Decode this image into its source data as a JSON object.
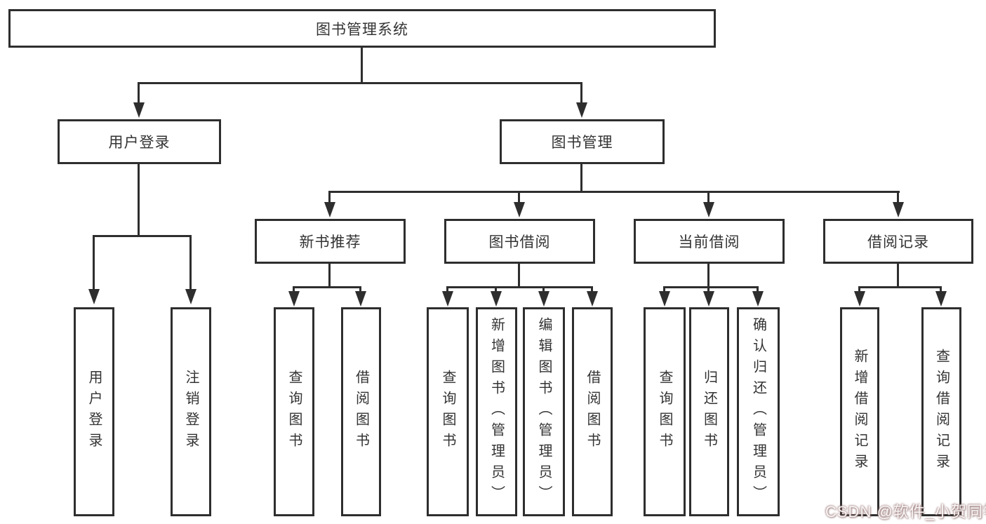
{
  "diagram": {
    "root": "图书管理系统",
    "level2": [
      "用户登录",
      "图书管理"
    ],
    "level3": [
      "新书推荐",
      "图书借阅",
      "当前借阅",
      "借阅记录"
    ],
    "leaves": {
      "user_login": [
        "用户登录",
        "注销登录"
      ],
      "new_book": [
        "查询图书",
        "借阅图书"
      ],
      "book_borrow": [
        "查询图书",
        "新增图书（管理员）",
        "编辑图书（管理员）",
        "借阅图书"
      ],
      "current_borrow": [
        "查询图书",
        "归还图书",
        "确认归还（管理员）"
      ],
      "borrow_record": [
        "新增借阅记录",
        "查询借阅记录"
      ]
    },
    "colors": {
      "line": "#2e2e2e",
      "text": "#333333",
      "background": "#ffffff"
    },
    "watermark": {
      "text": "CSDN @软件_小贺同学"
    }
  }
}
